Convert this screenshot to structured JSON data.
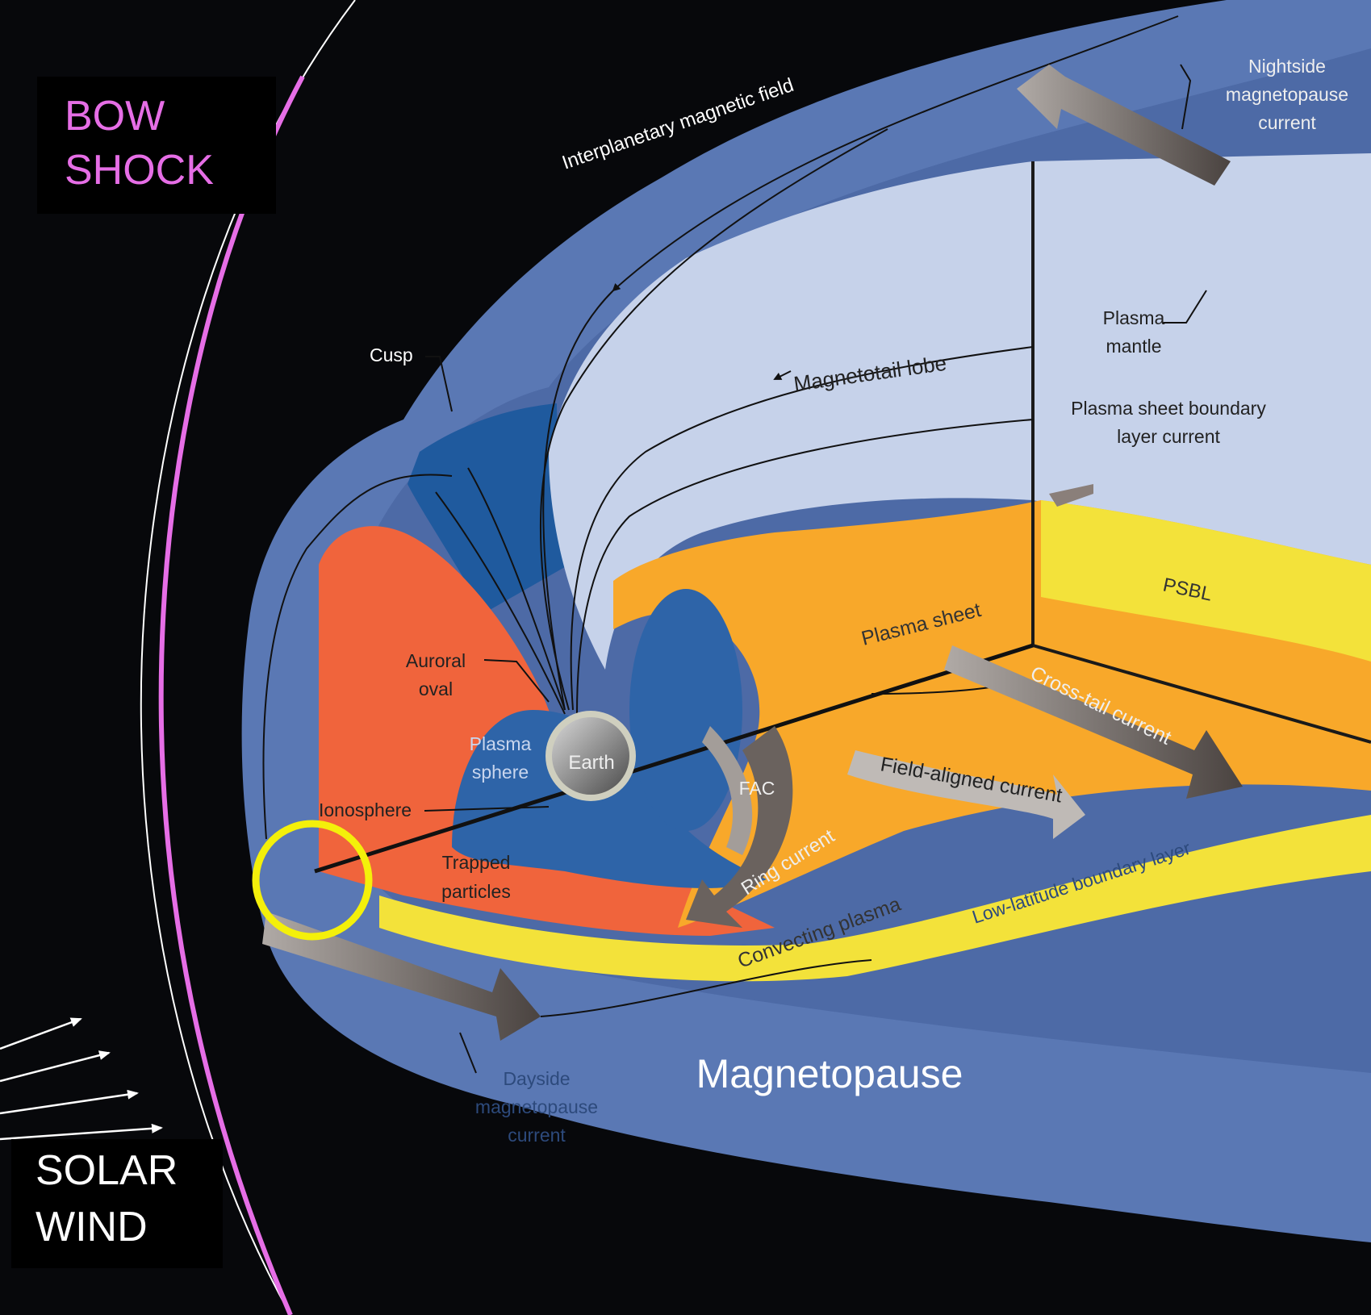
{
  "title_bow_shock": {
    "line1": "BOW",
    "line2": "SHOCK"
  },
  "title_solar_wind": {
    "line1": "SOLAR",
    "line2": "WIND"
  },
  "magnetopause_label": "Magnetopause",
  "labels": {
    "imf": "Interplanetary magnetic field",
    "nightside": [
      "Nightside",
      "magnetopause",
      "current"
    ],
    "cusp": "Cusp",
    "plasma_mantle": [
      "Plasma",
      "mantle"
    ],
    "magnetotail_lobe": "Magnetotail lobe",
    "psbl_current": [
      "Plasma sheet boundary",
      "layer current"
    ],
    "psbl": "PSBL",
    "plasma_sheet": "Plasma sheet",
    "auroral_oval": [
      "Auroral",
      "oval"
    ],
    "plasmasphere": [
      "Plasma",
      "sphere"
    ],
    "earth": "Earth",
    "fac": "FAC",
    "cross_tail": "Cross-tail current",
    "field_aligned": "Field-aligned current",
    "ionosphere": "Ionosphere",
    "trapped": [
      "Trapped",
      "particles"
    ],
    "ring_current": "Ring current",
    "convecting": "Convecting plasma",
    "llbl": "Low-latitude boundary layer",
    "dayside": [
      "Dayside",
      "magnetopause",
      "current"
    ]
  },
  "colors": {
    "bow_shock": "#e66ee6",
    "highlight_circle": "#f4f00a",
    "outer_blue": "#5a78b4",
    "lobe": "#c6d2ea",
    "red_region": "#f0643c",
    "orange_sheet": "#f8a82a",
    "yellow_layer": "#f3e23a",
    "plasmasphere": "#2e64a8"
  }
}
